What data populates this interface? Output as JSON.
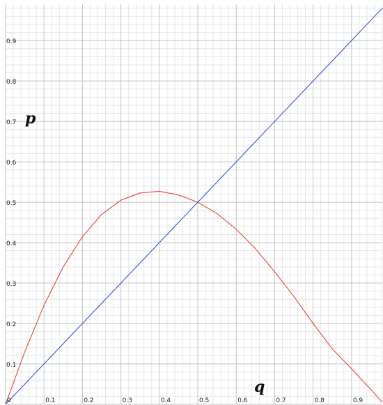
{
  "chart_data": {
    "type": "line",
    "title": "",
    "xlabel": "q",
    "ylabel": "p",
    "xlim": [
      0,
      0.98
    ],
    "ylim": [
      0,
      0.99
    ],
    "grid": true,
    "x_ticks": [
      "0",
      "0.1",
      "0.2",
      "0.3",
      "0.4",
      "0.5",
      "0.6",
      "0.7",
      "0.8",
      "0.9"
    ],
    "y_ticks": [
      "0.1",
      "0.2",
      "0.3",
      "0.4",
      "0.5",
      "0.6",
      "0.7",
      "0.8",
      "0.9"
    ],
    "series": [
      {
        "color": "#e8463c",
        "x": [
          0,
          0.05,
          0.1,
          0.15,
          0.2,
          0.25,
          0.3,
          0.35,
          0.4,
          0.45,
          0.5,
          0.55,
          0.6,
          0.65,
          0.7,
          0.75,
          0.8,
          0.85,
          0.9,
          0.95,
          0.98
        ],
        "y": [
          0,
          0.13,
          0.245,
          0.34,
          0.415,
          0.47,
          0.505,
          0.523,
          0.527,
          0.518,
          0.5,
          0.472,
          0.433,
          0.385,
          0.328,
          0.267,
          0.2,
          0.137,
          0.088,
          0.037,
          0.005
        ]
      },
      {
        "color": "#3352e8",
        "x": [
          0,
          0.98
        ],
        "y": [
          0,
          0.98
        ]
      }
    ]
  }
}
